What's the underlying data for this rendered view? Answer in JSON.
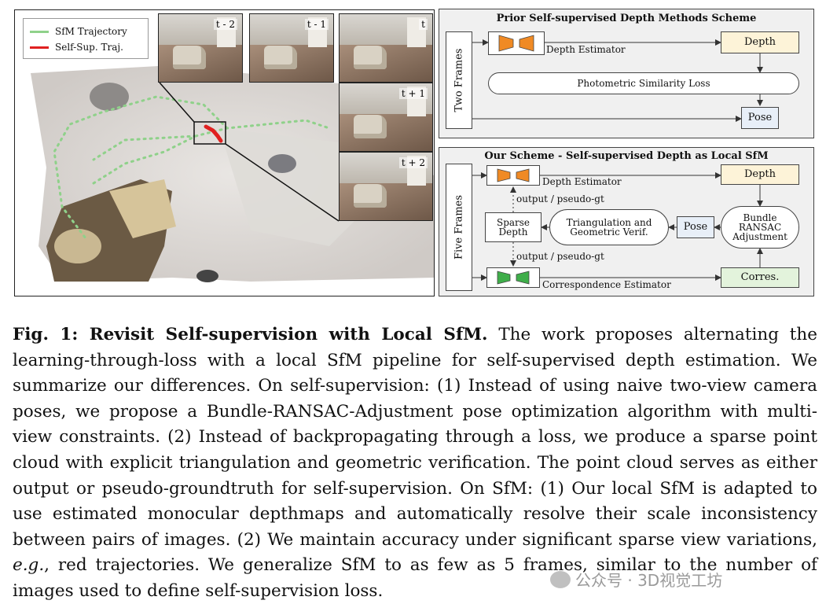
{
  "figure": {
    "scene": {
      "legend": [
        {
          "label": "SfM Trajectory",
          "color": "#8fd18a"
        },
        {
          "label": "Self-Sup. Traj.",
          "color": "#e02020"
        }
      ],
      "frames": [
        "t - 2",
        "t - 1",
        "t",
        "t + 1",
        "t + 2"
      ]
    },
    "prior": {
      "title": "Prior Self-supervised Depth Methods Scheme",
      "side_label": "Two Frames",
      "depth_estimator": "Depth Estimator",
      "depth": "Depth",
      "loss": "Photometric Similarity Loss",
      "pose": "Pose"
    },
    "ours": {
      "title": "Our Scheme - Self-supervised Depth as Local SfM",
      "side_label": "Five Frames",
      "depth_estimator": "Depth Estimator",
      "depth": "Depth",
      "output_top": "output / pseudo-gt",
      "sparse_depth": "Sparse Depth",
      "triangulation": "Triangulation and Geometric Verif.",
      "pose": "Pose",
      "bundle": "Bundle RANSAC Adjustment",
      "output_bottom": "output / pseudo-gt",
      "corres_estimator": "Correspondence Estimator",
      "corres": "Corres."
    },
    "colors": {
      "estimator_orange": "#f08a24",
      "estimator_green": "#3fae4a"
    }
  },
  "caption": {
    "label": "Fig. 1: Revisit Self-supervision with Local SfM.",
    "text_1": " The work proposes alternating the learning-through-loss with a local SfM pipeline for self-supervised depth estimation. We summarize our differences. On self-supervision: (1) Instead of using naive two-view camera poses, we propose a Bundle-RANSAC-Adjustment pose optimization algorithm with multi-view constraints. (2) Instead of backpropagating through a loss, we produce a sparse point cloud with explicit triangulation and geometric verification. The point cloud serves as either output or pseudo-groundtruth for self-supervision. On SfM: (1) Our local SfM is adapted to use estimated monocular depthmaps and automatically resolve their scale inconsistency between pairs of images. (2) We maintain accuracy under significant sparse view variations, ",
    "emphasis": "e.g.",
    "text_2": ", red trajectories. We generalize SfM to as few as 5 frames, similar to the number of images used to define self-supervision loss."
  },
  "watermark": "公众号 · 3D视觉工坊"
}
